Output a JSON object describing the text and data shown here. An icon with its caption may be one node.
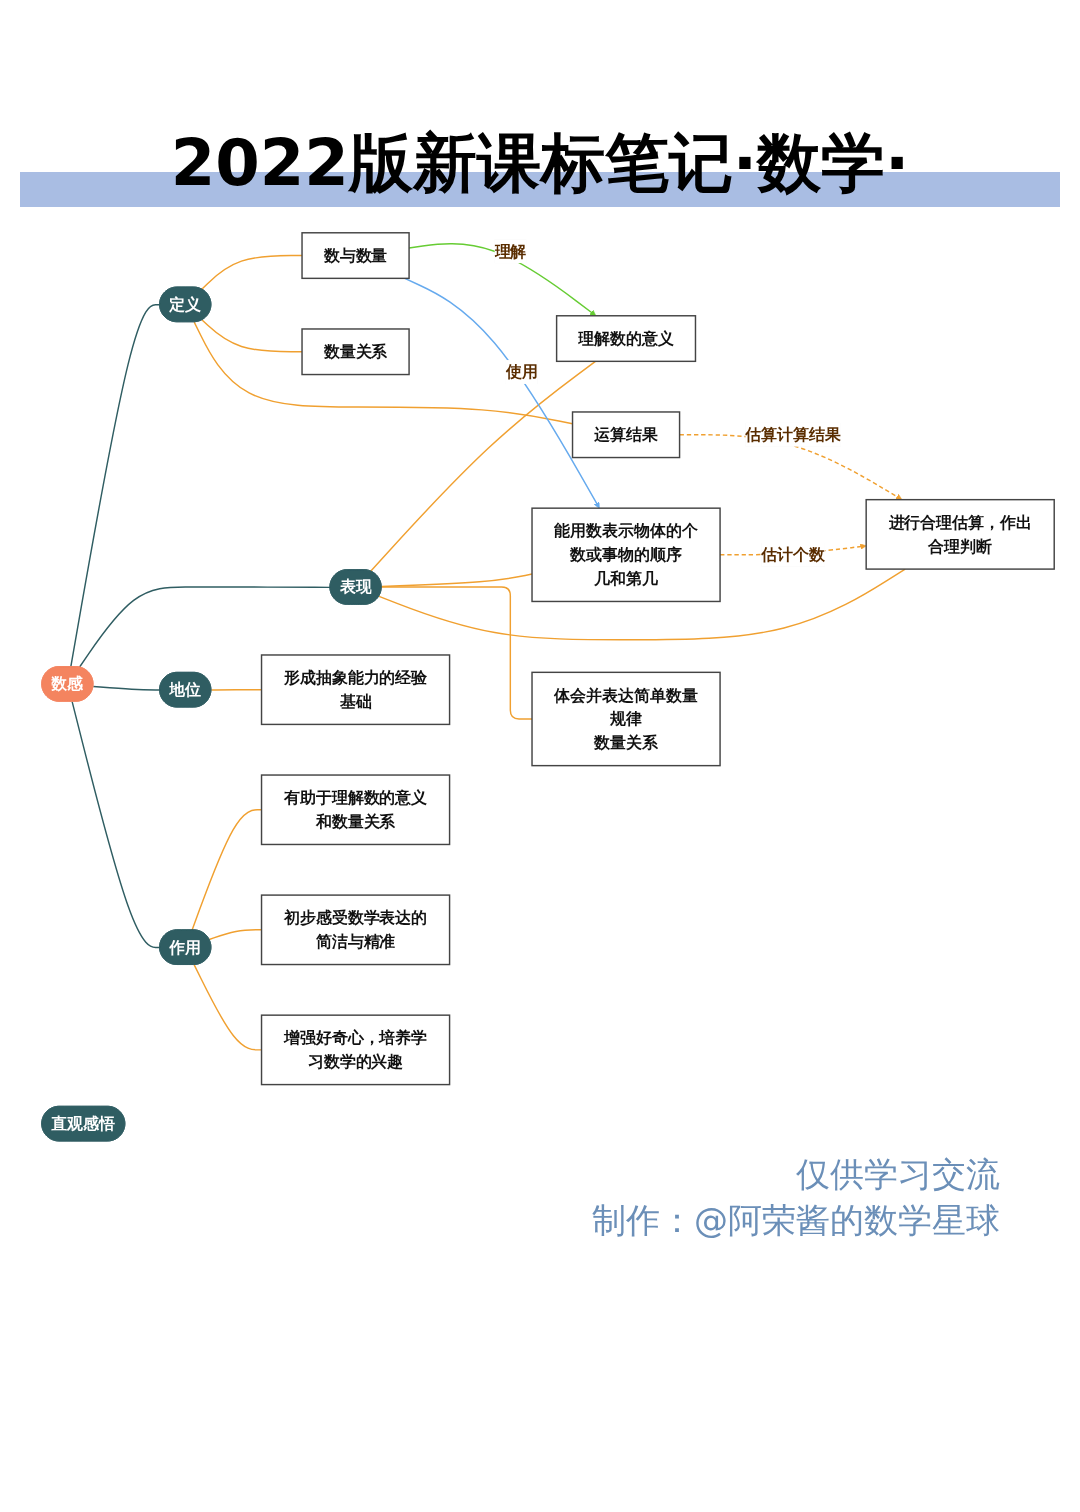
{
  "diagram": {
    "title": "2022版新课标笔记·数学·",
    "nodes": [
      {
        "text": [
          "数感"
        ]
      },
      {
        "text": [
          "定义"
        ]
      },
      {
        "text": [
          "数与数量"
        ]
      },
      {
        "text": [
          "数量关系"
        ]
      },
      {
        "text": [
          "运算结果"
        ]
      },
      {
        "text": [
          "直观感悟"
        ]
      },
      {
        "text": [
          "表现"
        ]
      },
      {
        "text": [
          "理解数的意义"
        ]
      },
      {
        "text": [
          "能用数表示物体的个数或事物的顺序",
          "几和第几"
        ]
      },
      {
        "text": [
          "进行合理估算，作出合理判断"
        ]
      },
      {
        "text": [
          "体会并表达简单数量规律",
          "数量关系"
        ]
      },
      {
        "text": [
          "地位"
        ]
      },
      {
        "text": [
          "形成抽象能力的经验基础"
        ]
      },
      {
        "text": [
          "作用"
        ]
      },
      {
        "text": [
          "有助于理解数的意义和数量关系"
        ]
      },
      {
        "text": [
          "初步感受数学表达的简洁与精准"
        ]
      },
      {
        "text": [
          "增强好奇心，培养学习数学的兴趣"
        ]
      }
    ],
    "edges": [
      {
        "from": 0,
        "to": 1,
        "arrow": "none",
        "color": "#2f5d62"
      },
      {
        "from": 1,
        "to": 2,
        "arrow": "none"
      },
      {
        "from": 1,
        "to": 3,
        "arrow": "none"
      },
      {
        "from": 1,
        "to": 4,
        "arrow": "none"
      },
      {
        "from": 0,
        "to": 6,
        "arrow": "none",
        "color": "#2f5d62"
      },
      {
        "from": 6,
        "to": 7,
        "arrow": "none"
      },
      {
        "from": 6,
        "to": 8,
        "arrow": "none"
      },
      {
        "from": 6,
        "to": 9,
        "arrow": "none"
      },
      {
        "from": 6,
        "to": 10,
        "arrow": "none"
      },
      {
        "from": 0,
        "to": 11,
        "arrow": "none",
        "color": "#2f5d62"
      },
      {
        "from": 11,
        "to": 12,
        "arrow": "none"
      },
      {
        "from": 0,
        "to": 13,
        "arrow": "none",
        "color": "#2f5d62"
      },
      {
        "from": 13,
        "to": 14,
        "arrow": "none"
      },
      {
        "from": 13,
        "to": 15,
        "arrow": "none"
      },
      {
        "from": 13,
        "to": 16,
        "arrow": "none"
      },
      {
        "from": 2,
        "to": 7,
        "arrow": "to",
        "label": "理解",
        "color": "#66cc33"
      },
      {
        "from": 2,
        "to": 8,
        "arrow": "to",
        "label": "使用",
        "color": "#66aaee"
      },
      {
        "from": 4,
        "to": 9,
        "arrow": "to",
        "label": "估算计算结果",
        "style": "dashed"
      },
      {
        "from": 8,
        "to": 9,
        "arrow": "to",
        "label": "估计个数",
        "style": "dashed"
      }
    ],
    "labels": [
      "仅供学习交流",
      "制作：@阿荣酱的数学星球"
    ]
  }
}
